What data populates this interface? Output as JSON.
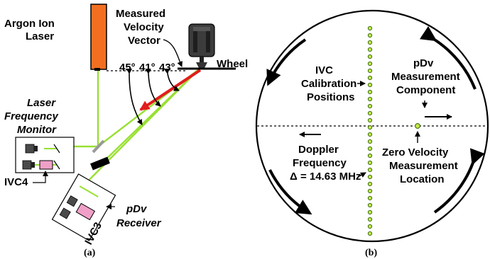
{
  "colors": {
    "laser_body": "#f26f21",
    "beam": "#99e033",
    "incident_beam": "#e21d1d",
    "iodine_cell": "#f0a0c8",
    "dot_fill": "#c8e848",
    "dot_stroke": "#3a6e12",
    "detector": "#4a4a4a"
  },
  "panel_a": {
    "argon_laser_line1": "Argon Ion",
    "argon_laser_line2": "Laser",
    "velocity_line1": "Measured",
    "velocity_line2": "Velocity",
    "velocity_line3": "Vector",
    "wheel_label": "Wheel",
    "angle_1": "45°",
    "angle_2": "41°",
    "angle_3": "43°",
    "monitor_line1": "Laser",
    "monitor_line2": "Frequency",
    "monitor_line3": "Monitor",
    "ivc4_label": "IVC4",
    "ivc3_label": "IVC3",
    "receiver_line1": "pDv",
    "receiver_line2": "Receiver",
    "caption": "(a)"
  },
  "panel_b": {
    "ivc_line1": "IVC",
    "ivc_line2": "Calibration",
    "ivc_line3": "Positions",
    "pdv_line1": "pDv",
    "pdv_line2": "Measurement",
    "pdv_line3": "Component",
    "doppler_line1": "Doppler",
    "doppler_line2": "Frequency",
    "doppler_line3": "Δ = 14.63 MHz",
    "zero_line1": "Zero Velocity",
    "zero_line2": "Measurement",
    "zero_line3": "Location",
    "caption": "(b)",
    "calibration_dot_count": 30
  }
}
